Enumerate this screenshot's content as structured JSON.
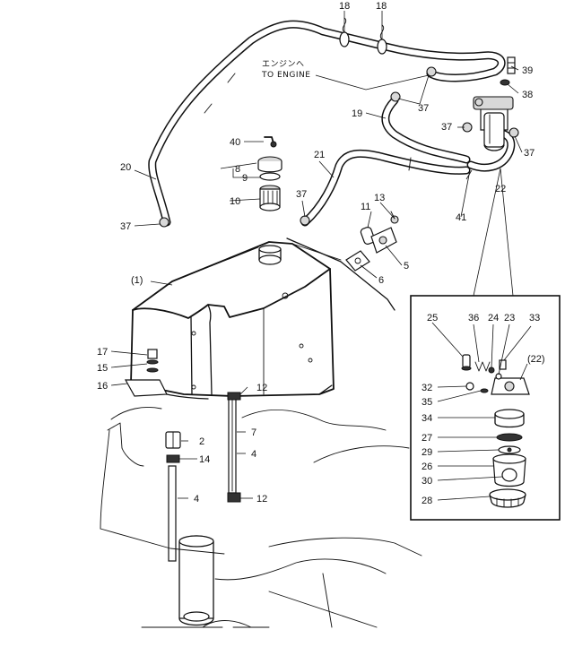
{
  "note": {
    "jp": "エンジンへ",
    "en": "TO ENGINE"
  },
  "labels": {
    "p18a": "18",
    "p18b": "18",
    "p39": "39",
    "p38": "38",
    "p37a": "37",
    "p37b": "37",
    "p37c": "37",
    "p37d": "37",
    "p37e": "37",
    "p19": "19",
    "p40": "40",
    "p8": "8",
    "p9": "9",
    "p10": "10",
    "p20": "20",
    "p21": "21",
    "p13": "13",
    "p11": "11",
    "p22": "22",
    "p41": "41",
    "p5": "5",
    "p6": "6",
    "p1": "(1)",
    "p17": "17",
    "p15": "15",
    "p16": "16",
    "p12a": "12",
    "p12b": "12",
    "p2": "2",
    "p7": "7",
    "p14": "14",
    "p4a": "4",
    "p4b": "4",
    "p25": "25",
    "p36": "36",
    "p24": "24",
    "p23": "23",
    "p33": "33",
    "p22b": "(22)",
    "p32": "32",
    "p35": "35",
    "p34": "34",
    "p27": "27",
    "p29": "29",
    "p26": "26",
    "p30": "30",
    "p28": "28"
  }
}
